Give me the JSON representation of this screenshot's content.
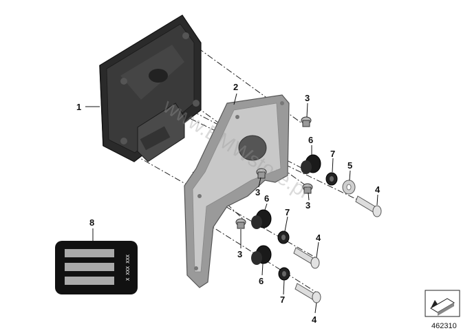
{
  "callouts": {
    "c1": "1",
    "c2": "2",
    "c3a": "3",
    "c3b": "3",
    "c3c": "3",
    "c3d": "3",
    "c4a": "4",
    "c4b": "4",
    "c4c": "4",
    "c5": "5",
    "c6a": "6",
    "c6b": "6",
    "c6c": "6",
    "c7a": "7",
    "c7b": "7",
    "c7c": "7",
    "c8": "8"
  },
  "label_text": "X XXX XXX",
  "watermark": "www.BMWstore.pl",
  "diagram_number": "462310",
  "colors": {
    "part_dark": "#2a2a2a",
    "part_mid": "#555555",
    "bracket": "#8a8a8a",
    "line": "#222222"
  }
}
